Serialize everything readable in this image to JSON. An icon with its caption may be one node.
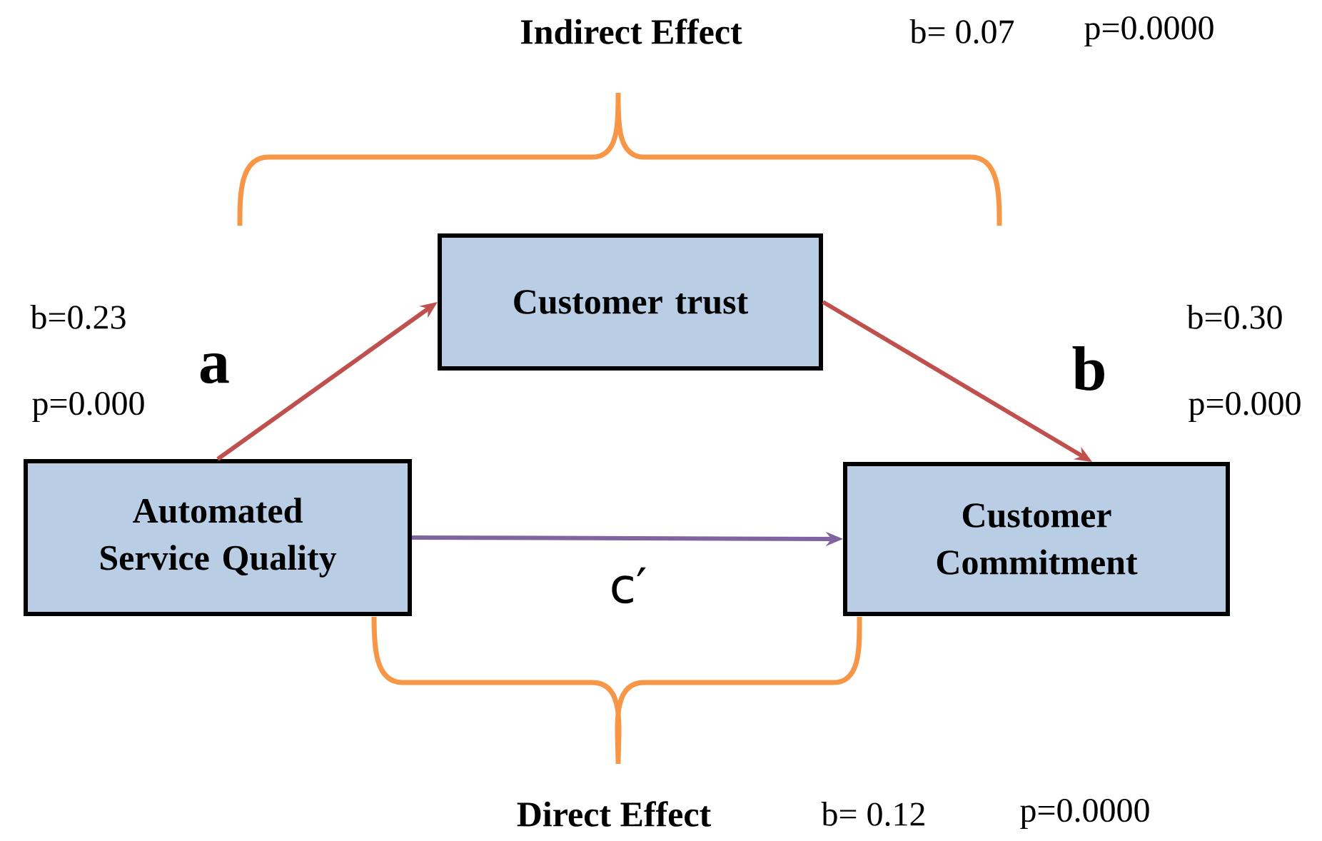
{
  "diagram": {
    "nodes": [
      {
        "text": [
          "Customer trust"
        ]
      },
      {
        "text": [
          "Automated Service Quality"
        ]
      },
      {
        "text": [
          "Customer Commitment"
        ]
      }
    ],
    "edges": [
      {
        "from": 1,
        "to": 0,
        "arrow": "to",
        "label": "a"
      },
      {
        "from": 0,
        "to": 2,
        "arrow": "to",
        "label": "b"
      },
      {
        "from": 1,
        "to": 2,
        "arrow": "to",
        "label": "c′",
        "color": "#8064a2"
      }
    ],
    "labels": [
      "Indirect Effect",
      "b= 0.07",
      "p=0.0000",
      "b=0.23",
      "p=0.000",
      "b=0.30",
      "p=0.000",
      "Direct Effect",
      "b= 0.12",
      "p=0.0000"
    ]
  }
}
